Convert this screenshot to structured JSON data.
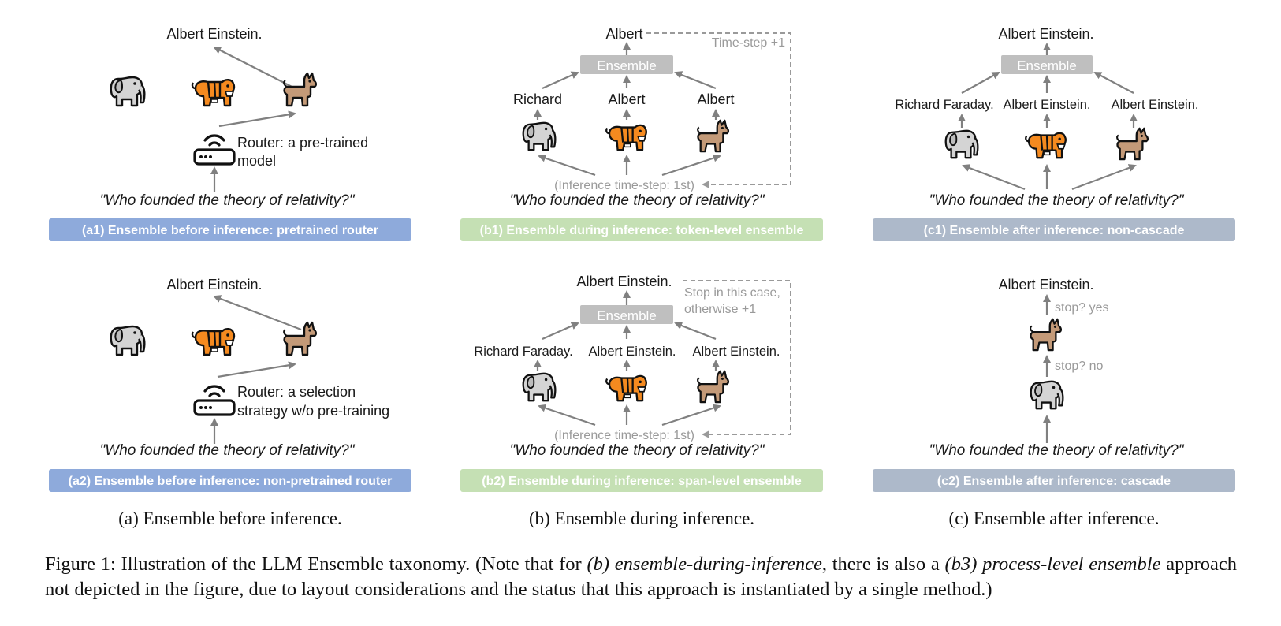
{
  "colors": {
    "panel_a": "#8eaadb",
    "panel_b": "#c5e0b4",
    "panel_c": "#adb9ca",
    "ensemble_box": "#bfbfbf",
    "arrow": "#808080",
    "grey_text": "#9a9a9a"
  },
  "icons": [
    "elephant-icon",
    "tiger-icon",
    "llama-icon",
    "router-icon"
  ],
  "question": "\"Who founded the theory of relativity?\"",
  "a1": {
    "output": "Albert Einstein.",
    "router_line1": "Router: a pre-trained",
    "router_line2": "model",
    "band": "(a1) Ensemble before inference: pretrained router"
  },
  "a2": {
    "output": "Albert Einstein.",
    "router_line1": "Router: a selection",
    "router_line2": "strategy w/o pre-training",
    "band": "(a2) Ensemble before inference: non-pretrained router"
  },
  "b1": {
    "output": "Albert",
    "ensemble": "Ensemble",
    "timestep_note": "Time-step +1",
    "model_outputs": [
      "Richard",
      "Albert",
      "Albert"
    ],
    "inference_step": "(Inference time-step: 1st)",
    "band": "(b1) Ensemble during inference: token-level ensemble"
  },
  "b2": {
    "output": "Albert Einstein.",
    "ensemble": "Ensemble",
    "stop_line1": "Stop in this case,",
    "stop_line2": "otherwise +1",
    "model_outputs": [
      "Richard Faraday.",
      "Albert Einstein.",
      "Albert Einstein."
    ],
    "inference_step": "(Inference time-step: 1st)",
    "band": "(b2) Ensemble during inference: span-level ensemble"
  },
  "c1": {
    "output": "Albert Einstein.",
    "ensemble": "Ensemble",
    "model_outputs": [
      "Richard Faraday.",
      "Albert Einstein.",
      "Albert Einstein."
    ],
    "band": "(c1) Ensemble after inference: non-cascade"
  },
  "c2": {
    "output": "Albert Einstein.",
    "stop_yes": "stop? yes",
    "stop_no": "stop? no",
    "band": "(c2) Ensemble after inference: cascade"
  },
  "subcaptions": {
    "a": "(a) Ensemble before inference.",
    "b": "(b) Ensemble during inference.",
    "c": "(c) Ensemble after inference."
  },
  "caption": {
    "part1": "Figure 1:  Illustration of the LLM Ensemble taxonomy.  (Note that for ",
    "italic1": "(b) ensemble-during-inference",
    "part2": ", there is also a ",
    "italic2": "(b3) process-level ensemble",
    "part3": " approach not depicted in the figure, due to layout considerations and the status that this approach is instantiated by a single method.)"
  }
}
